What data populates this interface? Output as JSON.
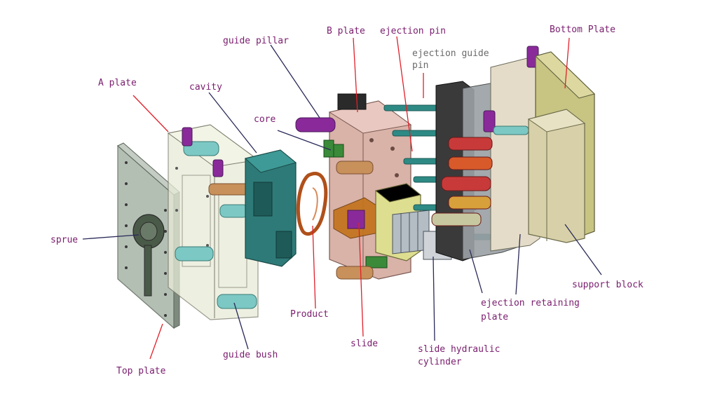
{
  "labels": {
    "top_plate": "Top plate",
    "sprue": "sprue",
    "a_plate": "A plate",
    "cavity": "cavity",
    "guide_bush": "guide bush",
    "guide_pillar": "guide pillar",
    "core": "core",
    "b_plate": "B plate",
    "product": "Product",
    "slide": "slide",
    "ejection_pin": "ejection pin",
    "ejection_guide_pin_1": "ejection guide",
    "ejection_guide_pin_2": "pin",
    "slide_hydraulic_cylinder_1": "slide hydraulic",
    "slide_hydraulic_cylinder_2": "cylinder",
    "ejection_retaining_plate_1": "ejection retaining",
    "ejection_retaining_plate_2": "plate",
    "bottom_plate": "Bottom Plate",
    "support_block": "support block"
  },
  "colors": {
    "label": "#7a1d6e",
    "label_gray": "#6a6a6a",
    "leader": "#e0202a",
    "top_plate": "#a8b4a8",
    "a_plate": "#e8ecd8",
    "cavity": "#2e7a78",
    "b_plate": "#d9b2a8",
    "slide": "#dede90",
    "bottom_plate": "#c8c482",
    "guide_pillar": "#8a2a9a",
    "guide_bush": "#7cc8c4",
    "ejection_pin": "#2e8a84"
  }
}
